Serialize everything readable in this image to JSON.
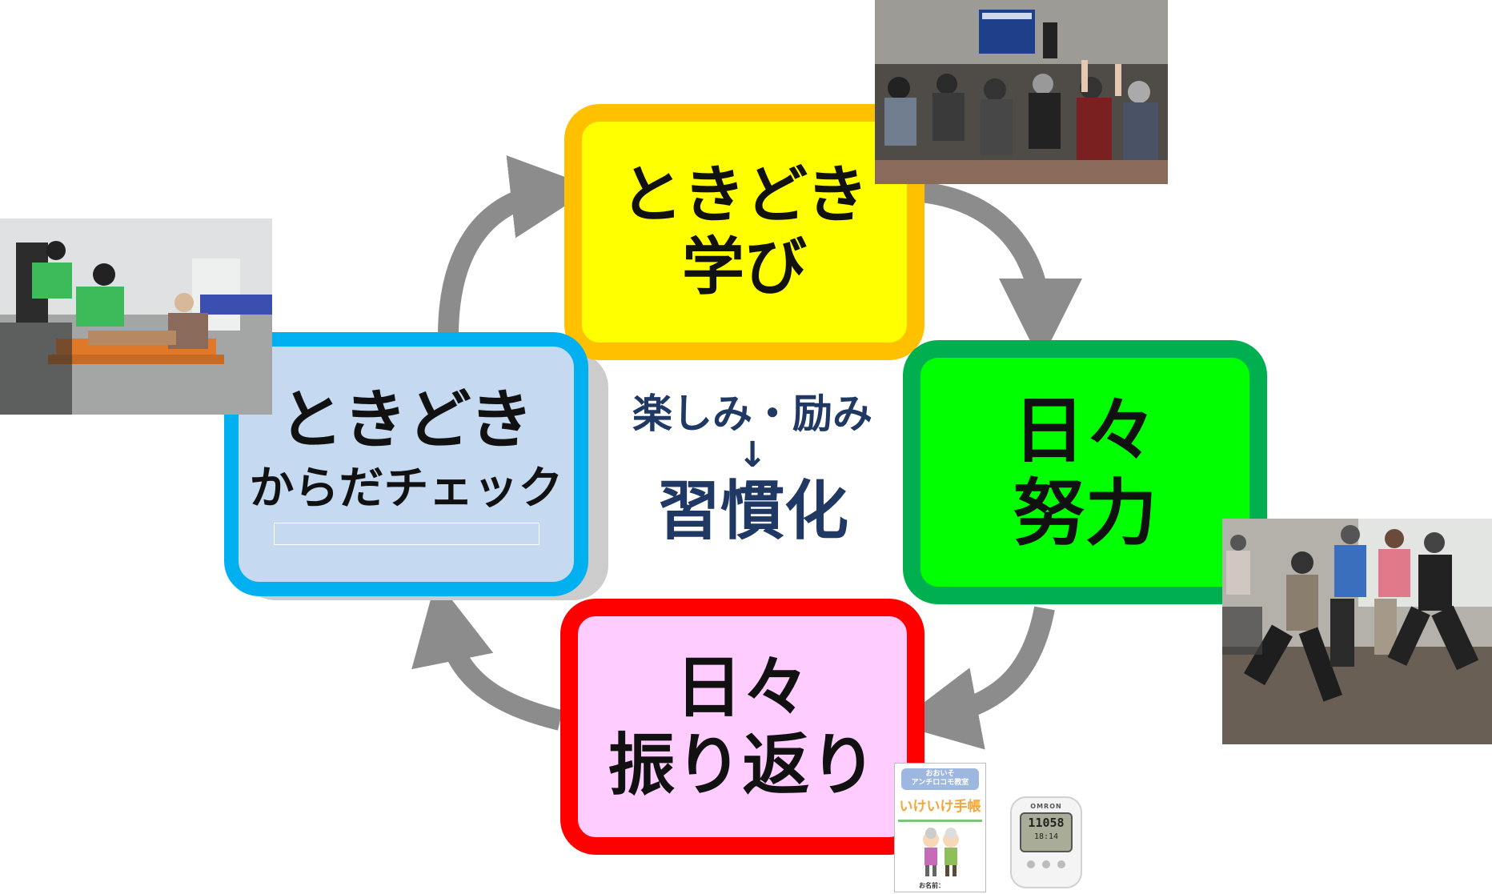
{
  "center": {
    "line1": "楽しみ・励み",
    "arrow": "↓",
    "line2": "習慣化"
  },
  "boxes": {
    "top": {
      "line1": "ときどき",
      "line2": "学び",
      "fill": "#ffff00",
      "border": "#ffc000"
    },
    "right": {
      "line1": "日々",
      "line2": "努力",
      "fill": "#00ff00",
      "border": "#00b050"
    },
    "bottom": {
      "line1": "日々",
      "line2": "振り返り",
      "fill": "#ffccff",
      "border": "#ff0000"
    },
    "left": {
      "line1": "ときどき",
      "line2": "からだチェック",
      "fill": "#c5d9f1",
      "border": "#00b0f0"
    }
  },
  "arrow_color": "#8c8c8c",
  "booklet": {
    "line1": "おおいそ",
    "line2": "アンチロコモ教室",
    "title": "いけいけ手帳",
    "name_label": "お名前："
  },
  "pedometer": {
    "brand": "OMRON",
    "steps": "11058",
    "time": "18:14"
  }
}
